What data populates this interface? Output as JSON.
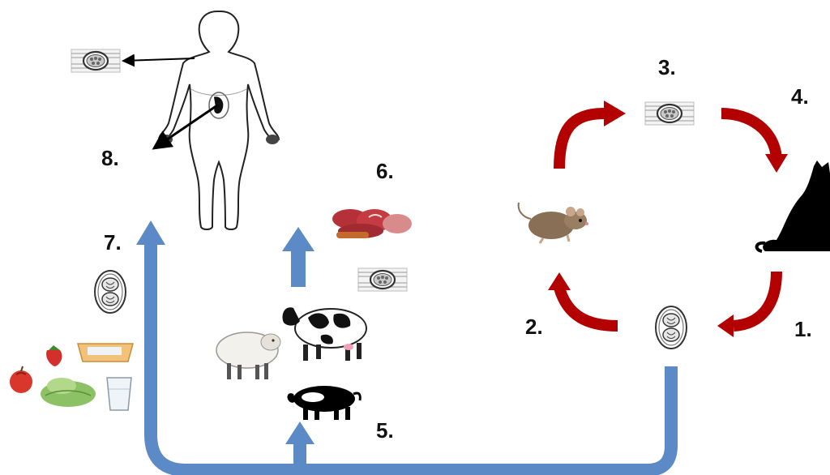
{
  "colors": {
    "red_arrow": "#b30000",
    "blue_arrow": "#5b8ac6",
    "silhouette": "#000000",
    "meat": "#b5313a",
    "apple": "#d9372b",
    "lettuce": "#8cc265",
    "tray": "#f2c27a",
    "cow_patch": "#111111",
    "mouse": "#8a6f57"
  },
  "labels": {
    "step1": "1.",
    "step2": "2.",
    "step3": "3.",
    "step4": "4.",
    "step5": "5.",
    "step6": "6.",
    "step7": "7.",
    "step8": "8."
  },
  "icons": [
    "human-body-icon",
    "tissue-cyst-icon",
    "oocyst-icon",
    "mouse-icon",
    "cat-icon",
    "sheep-icon",
    "cow-icon",
    "pig-icon",
    "meat-icon",
    "strawberry-icon",
    "apple-icon",
    "lettuce-icon",
    "tray-icon",
    "water-glass-icon"
  ]
}
